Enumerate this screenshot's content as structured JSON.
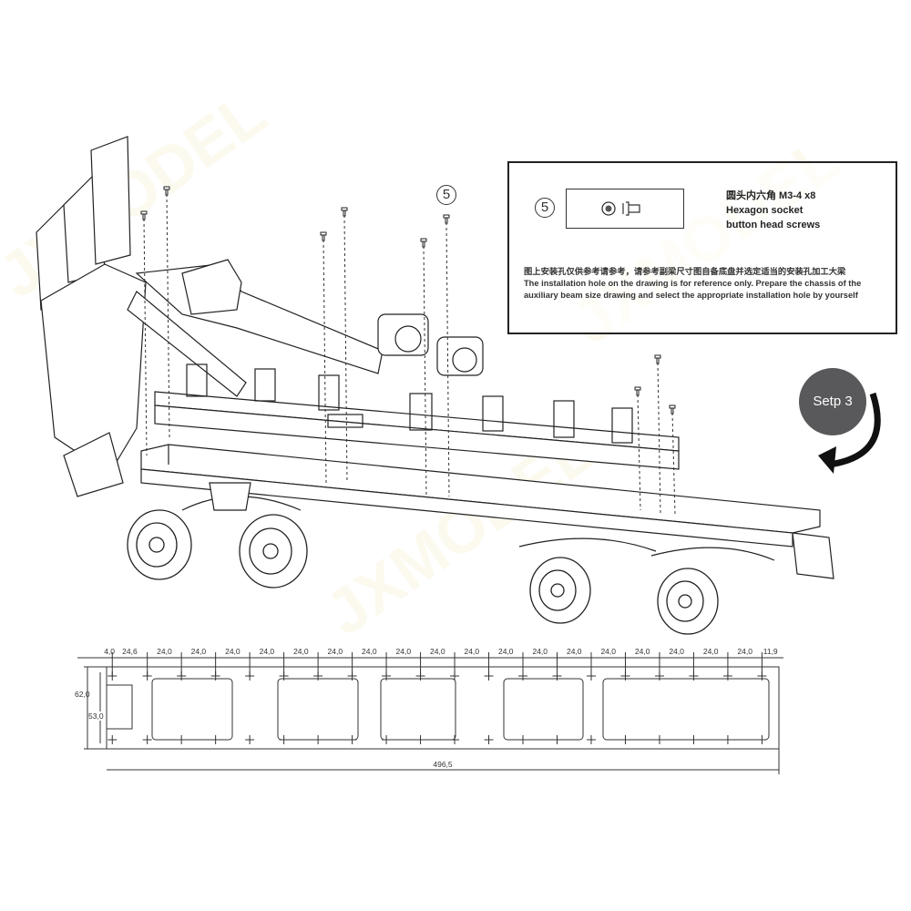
{
  "callout": {
    "number": "5"
  },
  "parts_box": {
    "number": "5",
    "spec_cn": "圆头内六角 M3-4   x8",
    "spec_en_line1": "Hexagon socket",
    "spec_en_line2": "button head screws",
    "note_cn": "图上安装孔仅供参考请参考，请参考副梁尺寸图自备底盘并选定适当的安装孔加工大梁",
    "note_en_line1": "The installation hole on the drawing is for reference only. Prepare the chassis of the",
    "note_en_line2": "auxiliary beam size drawing and select the appropriate installation hole by yourself"
  },
  "step_badge": {
    "label": "Setp 3",
    "color": "#59585a"
  },
  "watermark": "JXMODEL",
  "dimension_drawing": {
    "spacings": [
      "4,0",
      "24,6",
      "24,0",
      "24,0",
      "24,0",
      "24,0",
      "24,0",
      "24,0",
      "24,0",
      "24,0",
      "24,0",
      "24,0",
      "24,0",
      "24,0",
      "24,0",
      "24,0",
      "24,0",
      "24,0",
      "24,0",
      "24,0",
      "11,9"
    ],
    "spacing_values": [
      4.0,
      24.6,
      24,
      24,
      24,
      24,
      24,
      24,
      24,
      24,
      24,
      24,
      24,
      24,
      24,
      24,
      24,
      24,
      24,
      24,
      11.9
    ],
    "height_outer": "62,0",
    "height_inner": "53,0",
    "total_length": "496,5"
  }
}
